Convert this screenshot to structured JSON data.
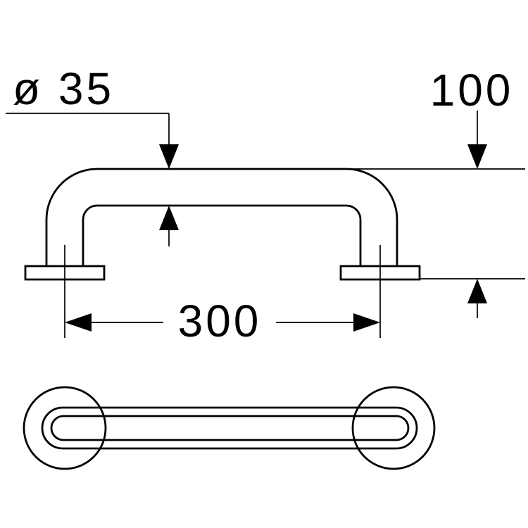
{
  "page": {
    "background_color": "#ffffff",
    "line_color": "#000000"
  },
  "dimensions": {
    "diameter": "ø 35",
    "height": "100",
    "length": "300"
  }
}
